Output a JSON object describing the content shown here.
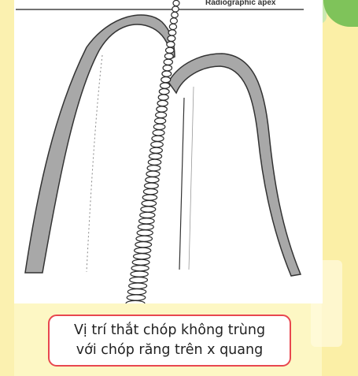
{
  "diagram": {
    "apex_label": "Radiographic apex"
  },
  "caption": {
    "line1": "Vị trí thắt chóp không trùng",
    "line2": "với chóp răng trên x quang"
  },
  "colors": {
    "background": "#fdf7c4",
    "caption_border": "#e8474f",
    "ink": "#3a3a3a",
    "accent_green": "#7fc35a"
  }
}
